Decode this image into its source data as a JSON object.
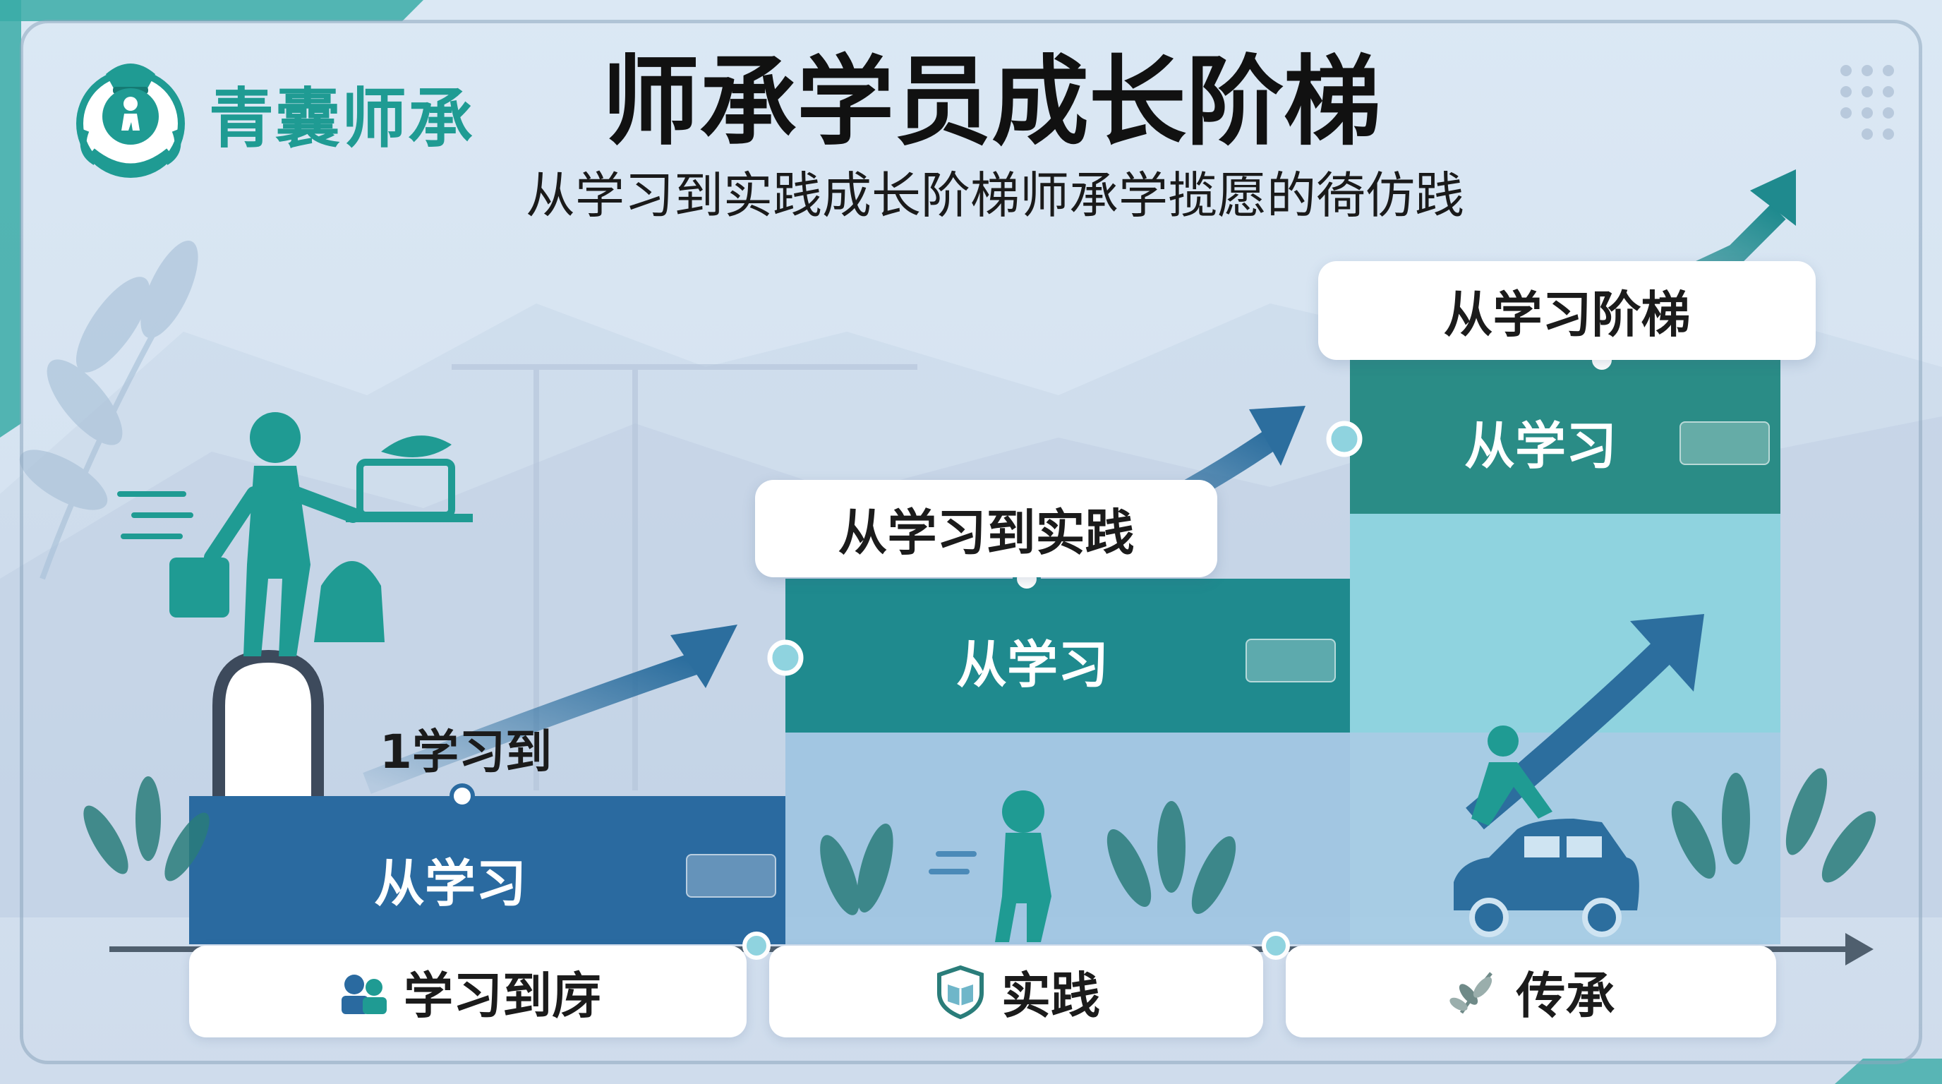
{
  "header": {
    "brand_name": "青囊师承",
    "title": "师承学员成长阶梯",
    "subtitle": "从学习到实践成长阶梯师承学揽愿的徛仿践"
  },
  "steps": [
    {
      "callout": "1学习到",
      "label": "从学习",
      "color": "#2a6aa0"
    },
    {
      "callout": "从学习到实践",
      "label": "从学习",
      "color": "#1f8a8e"
    },
    {
      "callout": "从学习阶梯",
      "label": "从学习",
      "color": "#2a8c86"
    }
  ],
  "tabs": [
    {
      "label": "学习到庌",
      "icon": "learner-icon"
    },
    {
      "label": "实践",
      "icon": "book-shield-icon"
    },
    {
      "label": "传承",
      "icon": "sprout-icon"
    }
  ],
  "colors": {
    "teal": "#1f9b93",
    "blue": "#2a6aa0",
    "light_teal": "#8fd3df",
    "arrow_dark": "#2c6e9e"
  }
}
